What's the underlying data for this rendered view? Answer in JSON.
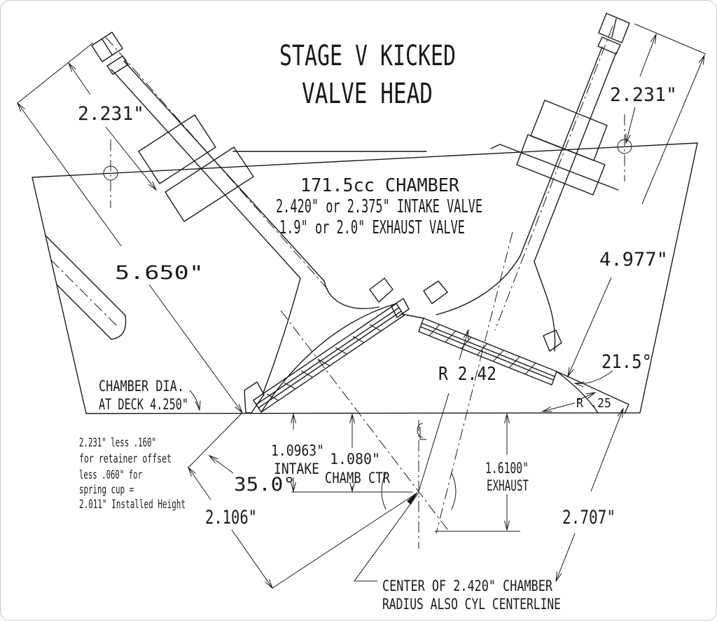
{
  "drawing": {
    "title_line1": "STAGE V KICKED",
    "title_line2": "VALVE HEAD",
    "chamber_note_line1": "171.5cc CHAMBER",
    "chamber_note_line2": "2.420\" or 2.375\" INTAKE VALVE",
    "chamber_note_line3": "1.9\" or 2.0\" EXHAUST VALVE"
  },
  "dims": {
    "intake_tip_to_retainer": "2.231\"",
    "intake_valve_length": "5.650\"",
    "exhaust_tip_to_rail": "2.231\"",
    "exhaust_valve_length": "4.977\"",
    "exhaust_seat_angle": "21.5°",
    "intake_seat_angle": "35.0°",
    "chamber_radius": "R 2.42",
    "deck_fillet_radius": "R .25",
    "intake_offset_value": "1.0963\"",
    "intake_offset_label": "INTAKE",
    "chamber_center_value": "1.080\"",
    "chamber_center_label": "CHAMB CTR",
    "exhaust_offset_value": "1.6100\"",
    "exhaust_offset_label": "EXHAUST",
    "intake_center_distance": "2.106\"",
    "exhaust_corner_distance": "2.707\""
  },
  "notes": {
    "chamber_dia_line1": "CHAMBER DIA.",
    "chamber_dia_line2": "AT DECK 4.250\"",
    "installed_height_line1": "2.231\" less .160\"",
    "installed_height_line2": "for retainer offset",
    "installed_height_line3": "less .060\" for",
    "installed_height_line4": "spring cup =",
    "installed_height_line5": "2.011\" Installed Height",
    "center_note_line1": "CENTER OF 2.420\" CHAMBER",
    "center_note_line2": "RADIUS ALSO CYL CENTERLINE"
  },
  "colors": {
    "line": "#1a1a1a",
    "background": "#ffffff"
  }
}
